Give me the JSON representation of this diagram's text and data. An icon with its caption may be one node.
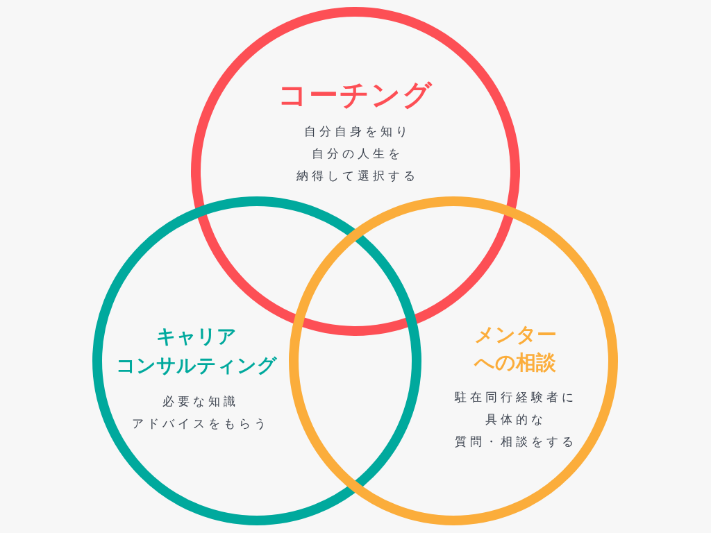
{
  "diagram": {
    "nodes": [
      {
        "text": [
          "コーチング",
          "自分自身を知り自分の人生を納得して選択する"
        ]
      },
      {
        "text": [
          "キャリアコンサルティング",
          "必要な知識アドバイスをもらう"
        ]
      },
      {
        "text": [
          "メンターへの相談",
          "駐在同行経験者に具体的な質問・相談をする"
        ]
      }
    ]
  }
}
